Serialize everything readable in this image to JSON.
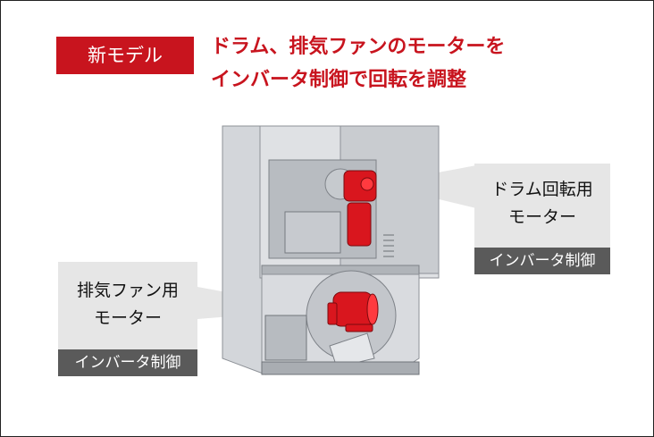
{
  "badge": {
    "label": "新モデル"
  },
  "headline": {
    "line1": "ドラム、排気ファンのモーターを",
    "line2": "インバータ制御で回転を調整"
  },
  "callouts": {
    "drum": {
      "line1": "ドラム回転用",
      "line2": "モーター",
      "tag": "インバータ制御"
    },
    "fan": {
      "line1": "排気ファン用",
      "line2": "モーター",
      "tag": "インバータ制御"
    }
  },
  "colors": {
    "accent": "#c8141e",
    "callout_bg": "#e6e6e6",
    "tag_bg": "#5a5a5a"
  }
}
